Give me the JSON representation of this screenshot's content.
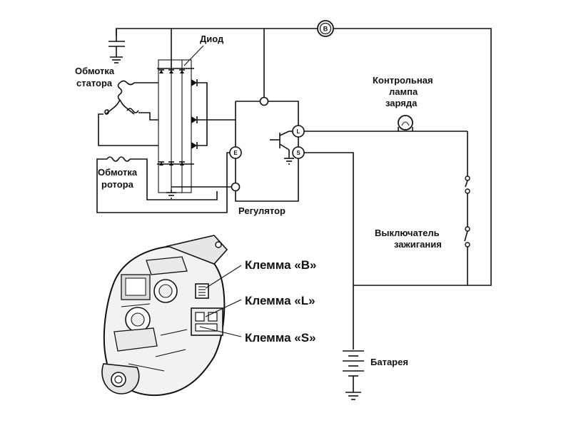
{
  "labels": {
    "diode": "Диод",
    "stator_line1": "Обмотка",
    "stator_line2": "статора",
    "rotor_line1": "Обмотка",
    "rotor_line2": "ротора",
    "regulator": "Регулятор",
    "lamp_line1": "Контрольная",
    "lamp_line2": "лампа",
    "lamp_line3": "заряда",
    "switch_line1": "Выключатель",
    "switch_line2": "зажигания",
    "battery": "Батарея",
    "terminal_b_callout": "Клемма «B»",
    "terminal_l_callout": "Клемма «L»",
    "terminal_s_callout": "Клемма «S»"
  },
  "terminals": {
    "B": "B",
    "L": "L",
    "S": "S",
    "E": "E"
  }
}
